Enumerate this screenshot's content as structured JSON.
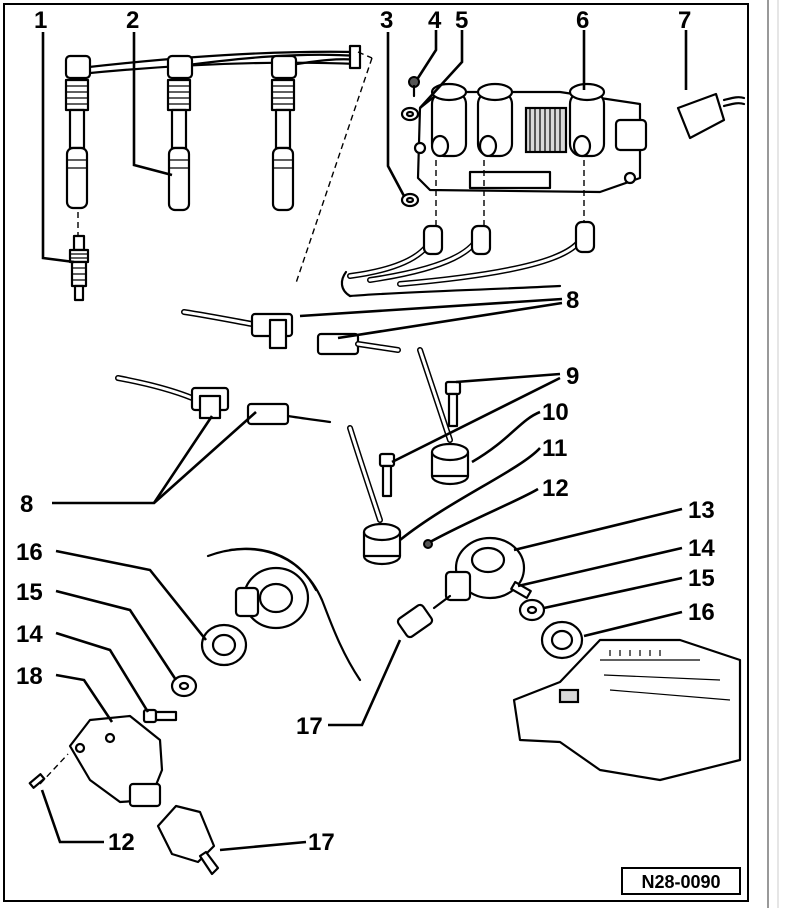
{
  "diagram": {
    "figure_code": "N28-0090",
    "callouts": [
      {
        "id": "c1",
        "label": "1"
      },
      {
        "id": "c2",
        "label": "2"
      },
      {
        "id": "c3",
        "label": "3"
      },
      {
        "id": "c4",
        "label": "4"
      },
      {
        "id": "c5",
        "label": "5"
      },
      {
        "id": "c6",
        "label": "6"
      },
      {
        "id": "c7",
        "label": "7"
      },
      {
        "id": "c8a",
        "label": "8"
      },
      {
        "id": "c8b",
        "label": "8"
      },
      {
        "id": "c9",
        "label": "9"
      },
      {
        "id": "c10",
        "label": "10"
      },
      {
        "id": "c11",
        "label": "11"
      },
      {
        "id": "c12a",
        "label": "12"
      },
      {
        "id": "c12b",
        "label": "12"
      },
      {
        "id": "c13",
        "label": "13"
      },
      {
        "id": "c14a",
        "label": "14"
      },
      {
        "id": "c14b",
        "label": "14"
      },
      {
        "id": "c15a",
        "label": "15"
      },
      {
        "id": "c15b",
        "label": "15"
      },
      {
        "id": "c16a",
        "label": "16"
      },
      {
        "id": "c16b",
        "label": "16"
      },
      {
        "id": "c17a",
        "label": "17"
      },
      {
        "id": "c17b",
        "label": "17"
      },
      {
        "id": "c18",
        "label": "18"
      }
    ]
  }
}
